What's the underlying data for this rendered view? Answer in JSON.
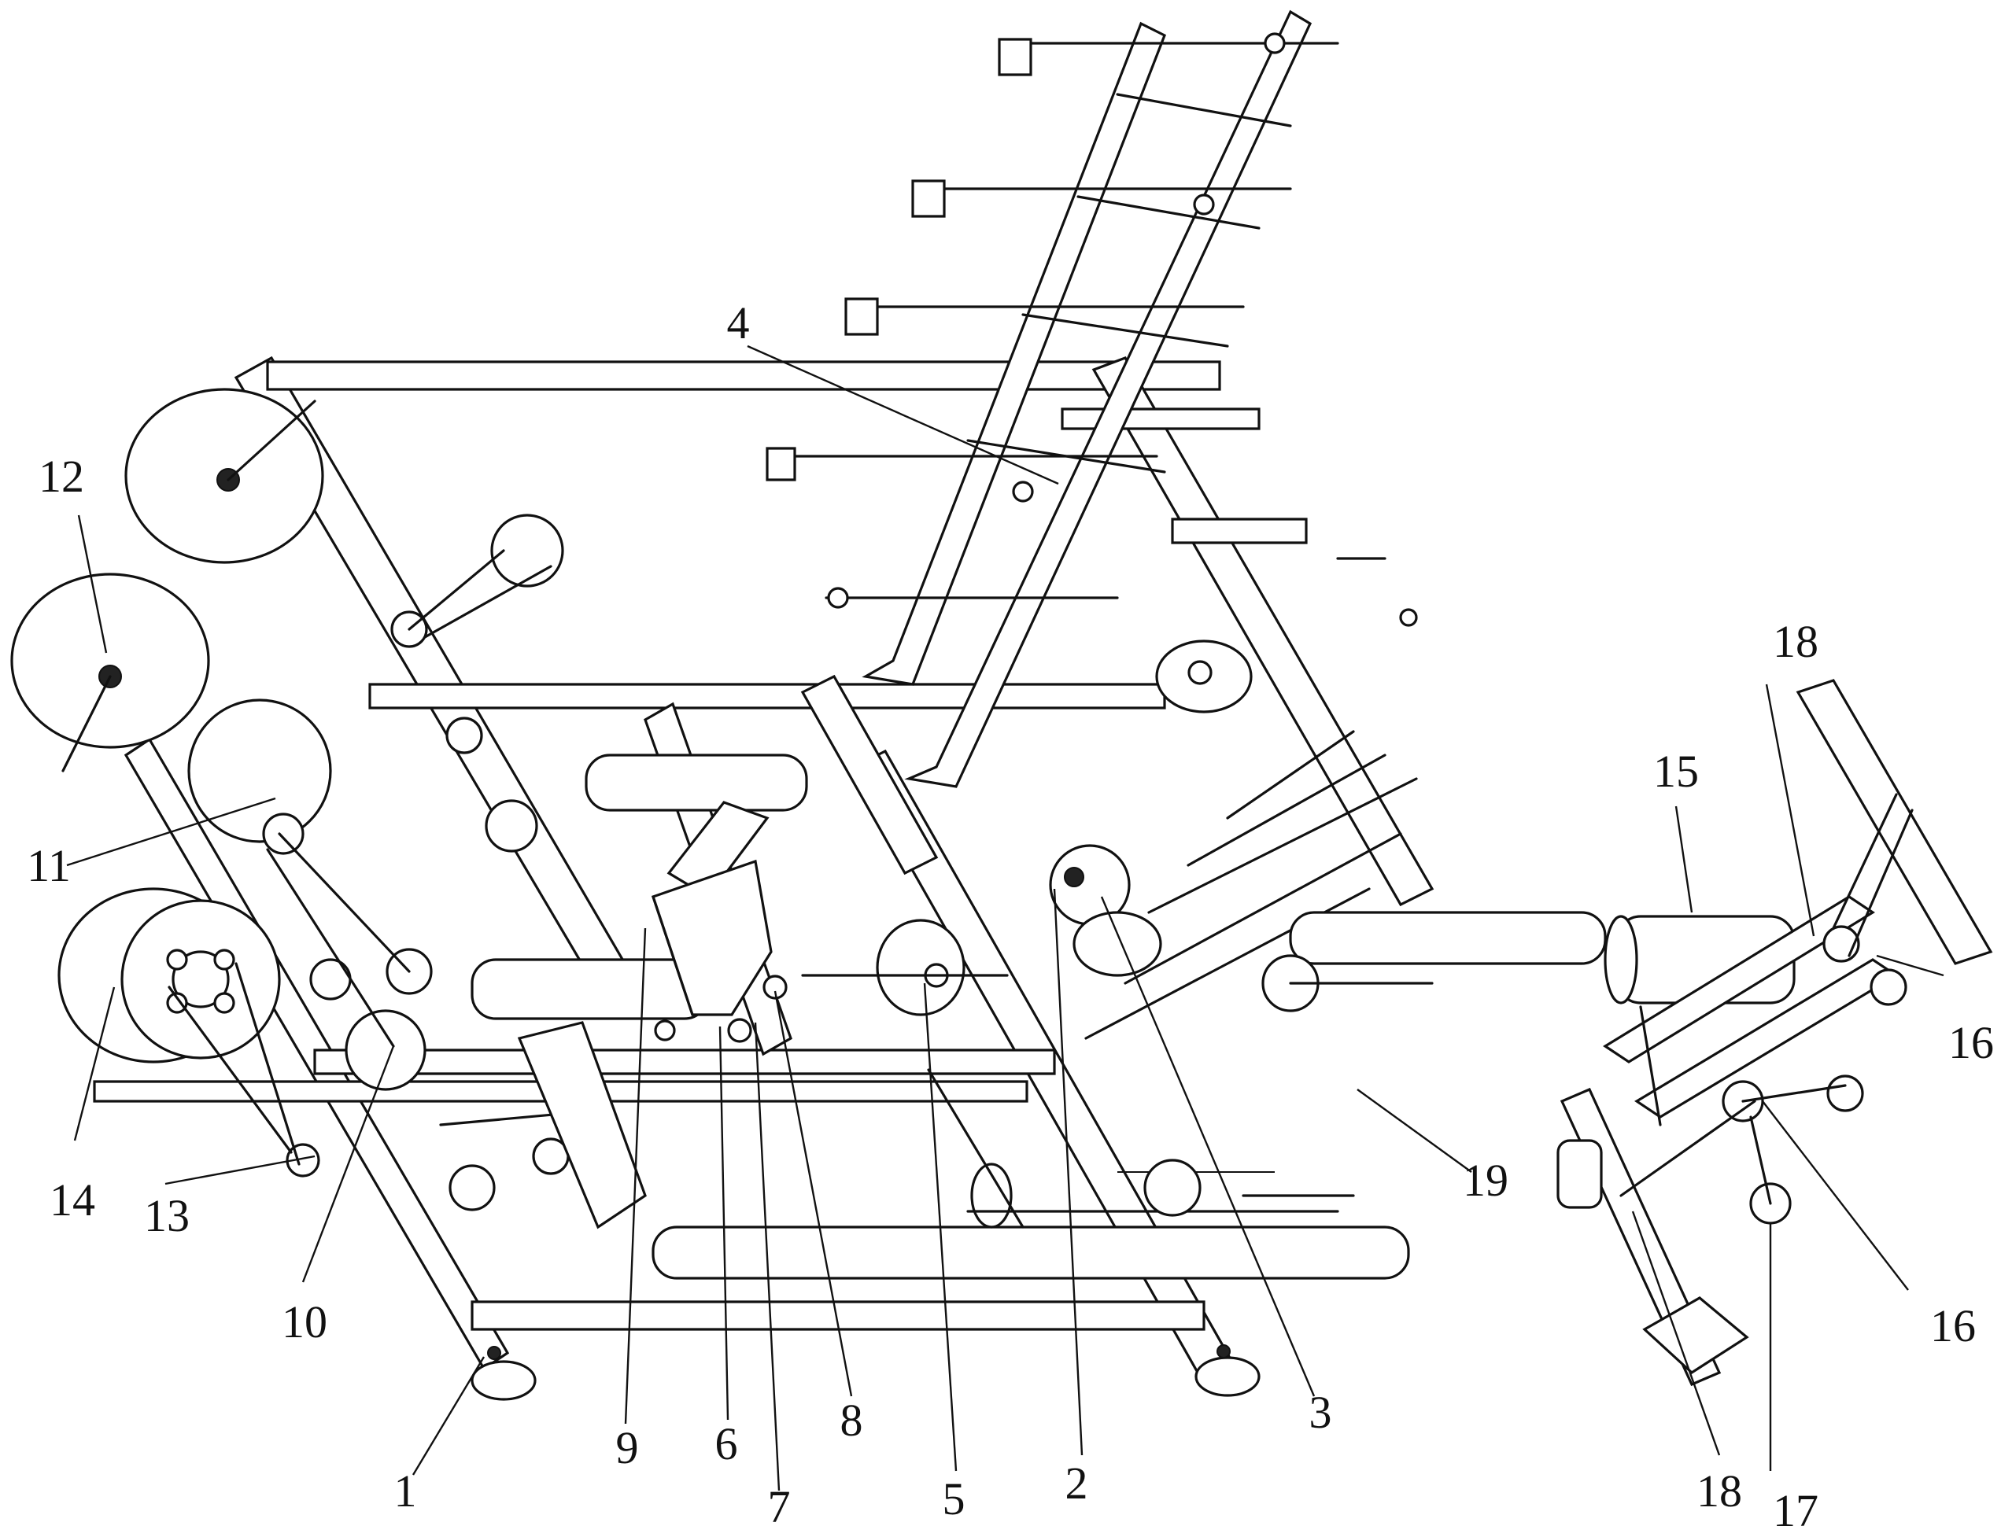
{
  "figure": {
    "part_labels": [
      "1",
      "2",
      "3",
      "4",
      "5",
      "6",
      "7",
      "8",
      "9",
      "10",
      "11",
      "12",
      "13",
      "14",
      "15",
      "16",
      "16",
      "17",
      "18",
      "18",
      "19"
    ]
  },
  "colors": {
    "line": "#111111",
    "background": "#ffffff"
  }
}
